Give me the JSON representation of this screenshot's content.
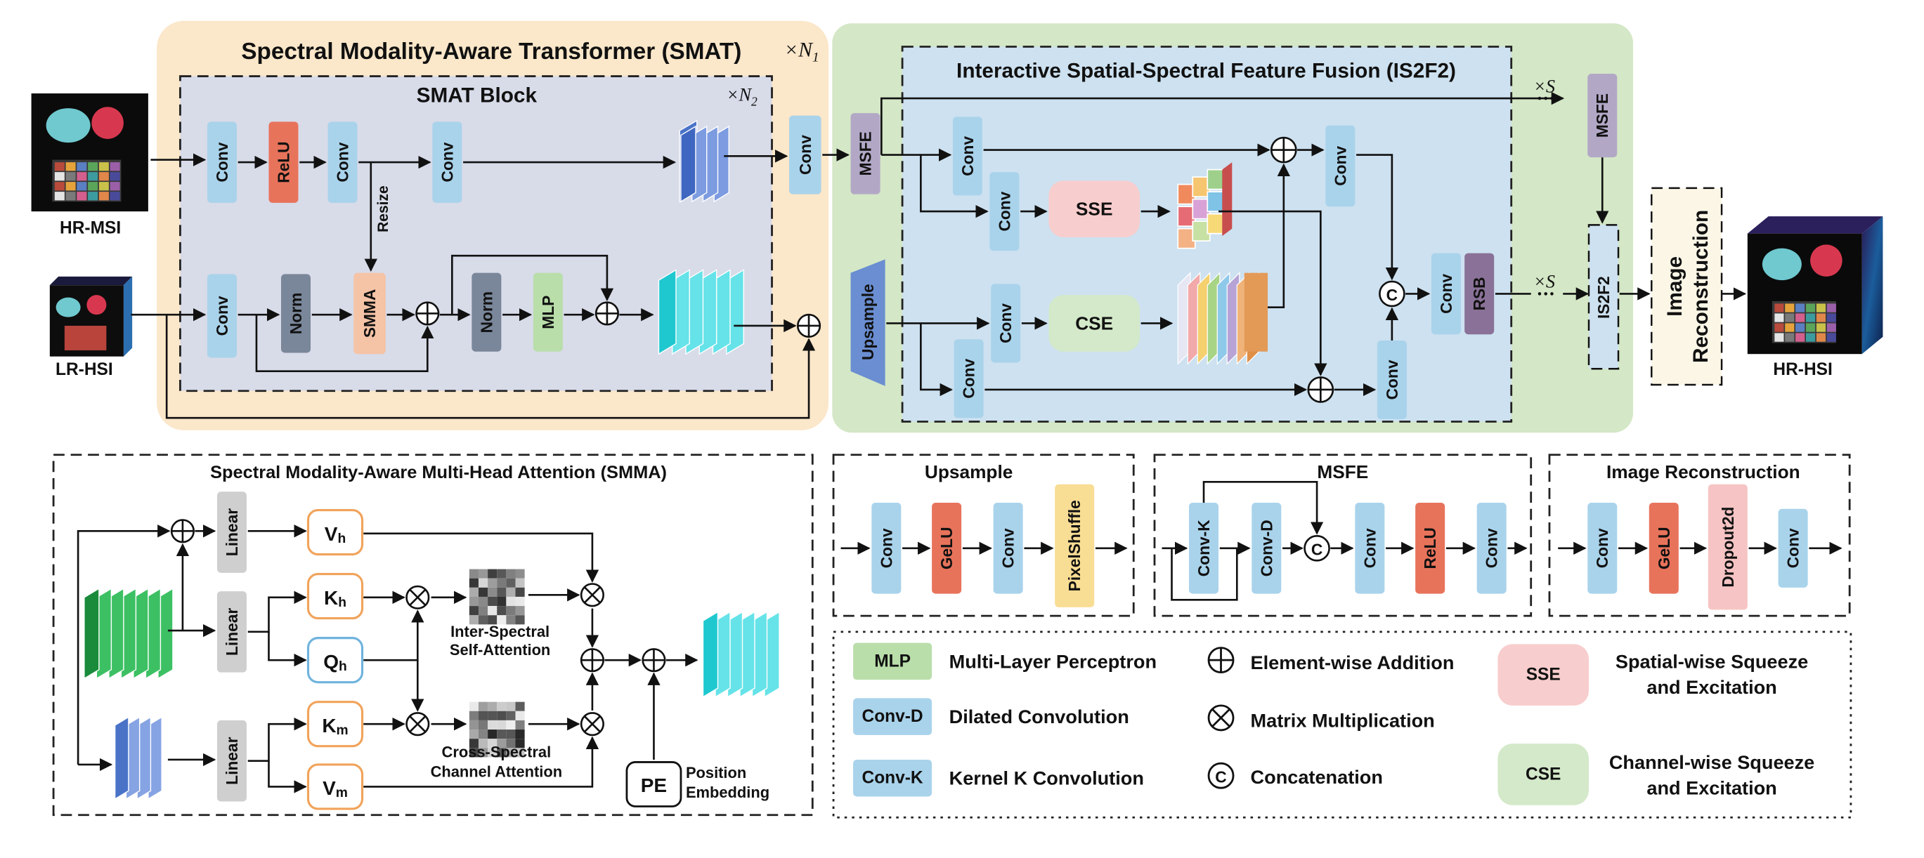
{
  "colors": {
    "conv": "#a9d3eb",
    "relu": "#e8735b",
    "norm": "#7a879a",
    "smma": "#f5c3a6",
    "mlp": "#b9deaa",
    "msfe": "#b2a8c6",
    "sse": "#f8cdcd",
    "cse": "#d4e9c9",
    "rsb": "#8a7197",
    "pixelshuffle": "#f8dd94",
    "dropout": "#f6c4c4",
    "linear": "#cfcfcf",
    "smat_bg": "#fbe7c9",
    "is2f2_bg": "#d4e7c6",
    "inner_bg": "#d8dbe8",
    "is2f2_inner_bg": "#cde1f0"
  },
  "top": {
    "smat_title": "Spectral Modality-Aware Transformer (SMAT)",
    "smat_repeat": "×N",
    "smat_repeat_sub": "1",
    "block_title": "SMAT Block",
    "block_repeat": "×N",
    "block_repeat_sub": "2",
    "is2f2_title": "Interactive Spatial-Spectral Feature Fusion (IS2F2)",
    "hr_msi": "HR-MSI",
    "lr_hsi": "LR-HSI",
    "hr_hsi": "HR-HSI",
    "conv": "Conv",
    "relu": "ReLU",
    "resize": "Resize",
    "norm": "Norm",
    "smma": "SMMA",
    "mlp": "MLP",
    "msfe": "MSFE",
    "upsample": "Upsample",
    "sse": "SSE",
    "cse": "CSE",
    "rsb": "RSB",
    "concat": "C",
    "repeat_s": "×S",
    "is2f2": "IS2F2",
    "image_recon_1": "Image",
    "image_recon_2": "Reconstruction"
  },
  "smma": {
    "title": "Spectral Modality-Aware Multi-Head Attention (SMMA)",
    "linear": "Linear",
    "v_h": "V",
    "v_h_sub": "h",
    "k_h": "K",
    "k_h_sub": "h",
    "q_h": "Q",
    "q_h_sub": "h",
    "k_m": "K",
    "k_m_sub": "m",
    "v_m": "V",
    "v_m_sub": "m",
    "inter_1": "Inter-Spectral",
    "inter_2": "Self-Attention",
    "cross_1": "Cross-Spectral",
    "cross_2": "Channel Attention",
    "pe": "PE",
    "pe_1": "Position",
    "pe_2": "Embedding"
  },
  "upsample_panel": {
    "title": "Upsample",
    "conv": "Conv",
    "gelu": "GeLU",
    "pixelshuffle": "PixelShuffle"
  },
  "msfe_panel": {
    "title": "MSFE",
    "convk": "Conv-K",
    "convd": "Conv-D",
    "concat": "C",
    "conv": "Conv",
    "relu": "ReLU"
  },
  "recon_panel": {
    "title": "Image Reconstruction",
    "conv": "Conv",
    "gelu": "GeLU",
    "dropout": "Dropout2d"
  },
  "legend": {
    "mlp_tag": "MLP",
    "mlp_text": "Multi-Layer Perceptron",
    "convd_tag": "Conv-D",
    "convd_text": "Dilated Convolution",
    "convk_tag": "Conv-K",
    "convk_text": "Kernel K Convolution",
    "add_text": "Element-wise Addition",
    "mul_text": "Matrix Multiplication",
    "concat_symbol": "C",
    "concat_text": "Concatenation",
    "sse_tag": "SSE",
    "sse_text_1": "Spatial-wise Squeeze",
    "sse_text_2": "and Excitation",
    "cse_tag": "CSE",
    "cse_text_1": "Channel-wise Squeeze",
    "cse_text_2": "and Excitation"
  }
}
